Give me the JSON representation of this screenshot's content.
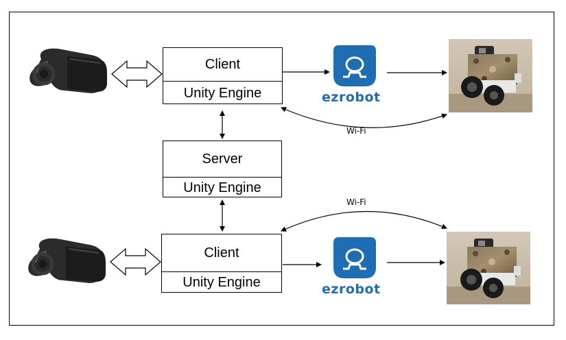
{
  "clients": [
    {
      "title": "Client",
      "engine": "Unity Engine"
    },
    {
      "title": "Client",
      "engine": "Unity Engine"
    }
  ],
  "server": {
    "title": "Server",
    "engine": "Unity Engine"
  },
  "wifi_labels": [
    "Wi-Fi",
    "Wi-Fi"
  ],
  "logo_text": [
    "ezrobot",
    "ezrobot"
  ],
  "colors": {
    "logo_blue": "#1f6db3",
    "line": "#000000"
  },
  "icons": [
    "vr-headset-icon",
    "ezrobot-logo-icon",
    "robot-photo"
  ]
}
